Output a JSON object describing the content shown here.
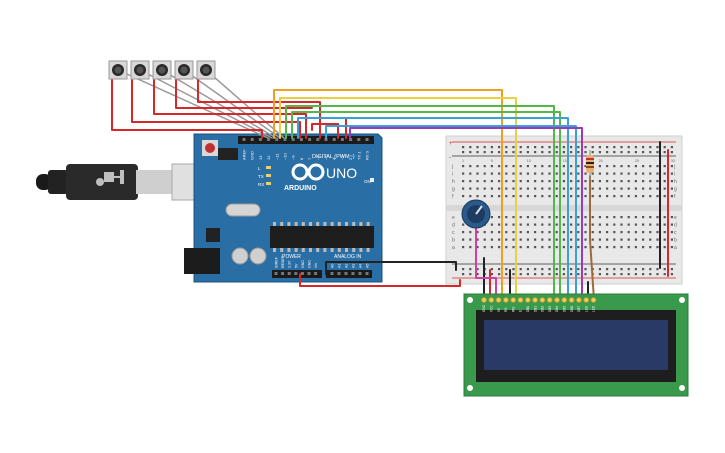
{
  "arduino": {
    "logo": "UNO",
    "brand": "ARDUINO",
    "digital_label": "DIGITAL (PWM~)",
    "power_label": "POWER",
    "analog_label": "ANALOG IN",
    "led_labels": [
      "L",
      "TX",
      "RX"
    ],
    "on_label": "ON",
    "chip_label": "",
    "digital_pins": [
      "AREF",
      "GND",
      "13",
      "12",
      "~11",
      "~10",
      "~9",
      "8",
      "7",
      "~6",
      "~5",
      "4",
      "~3",
      "2",
      "TX 1",
      "RX 0"
    ],
    "power_pins": [
      "IOREF",
      "RESET",
      "3.3V",
      "5V",
      "GND",
      "GND",
      "Vin"
    ],
    "analog_pins": [
      "A0",
      "A1",
      "A2",
      "A3",
      "A4",
      "A5"
    ]
  },
  "breadboard": {
    "row_letters_top": [
      "j",
      "i",
      "h",
      "g",
      "f"
    ],
    "row_letters_bottom": [
      "e",
      "d",
      "c",
      "b",
      "a"
    ],
    "rail_signs": [
      "+",
      "-"
    ],
    "column_numbers": [
      "1",
      "5",
      "10",
      "15",
      "20",
      "25",
      "30"
    ]
  },
  "lcd": {
    "pin_labels": [
      "GND",
      "VCC",
      "V0",
      "RS",
      "RW",
      "E",
      "DB0",
      "DB1",
      "DB2",
      "DB3",
      "DB4",
      "DB5",
      "DB6",
      "DB7",
      "LED",
      "LED"
    ]
  },
  "pushbuttons": {
    "count": 5
  },
  "colors": {
    "board": "#2a6ea6",
    "breadboard": "#e8e8e8",
    "lcd_pcb": "#3a9a4c",
    "lcd_screen": "#2a3a66",
    "wire_red": "#d62828",
    "wire_black": "#222222",
    "wire_orange": "#f0a020",
    "wire_yellow": "#e8d040",
    "wire_green": "#52b848",
    "wire_blue": "#3aa0d8",
    "wire_purple": "#9a3ab8",
    "wire_magenta": "#d040a0",
    "wire_brown": "#a06a3a"
  },
  "icons": {
    "usb": "usb-cable-icon",
    "power_jack": "dc-jack-icon",
    "potentiometer": "potentiometer-icon",
    "resistor": "resistor-icon",
    "reset": "reset-button-icon",
    "arduino_logo": "infinity-logo-icon"
  }
}
